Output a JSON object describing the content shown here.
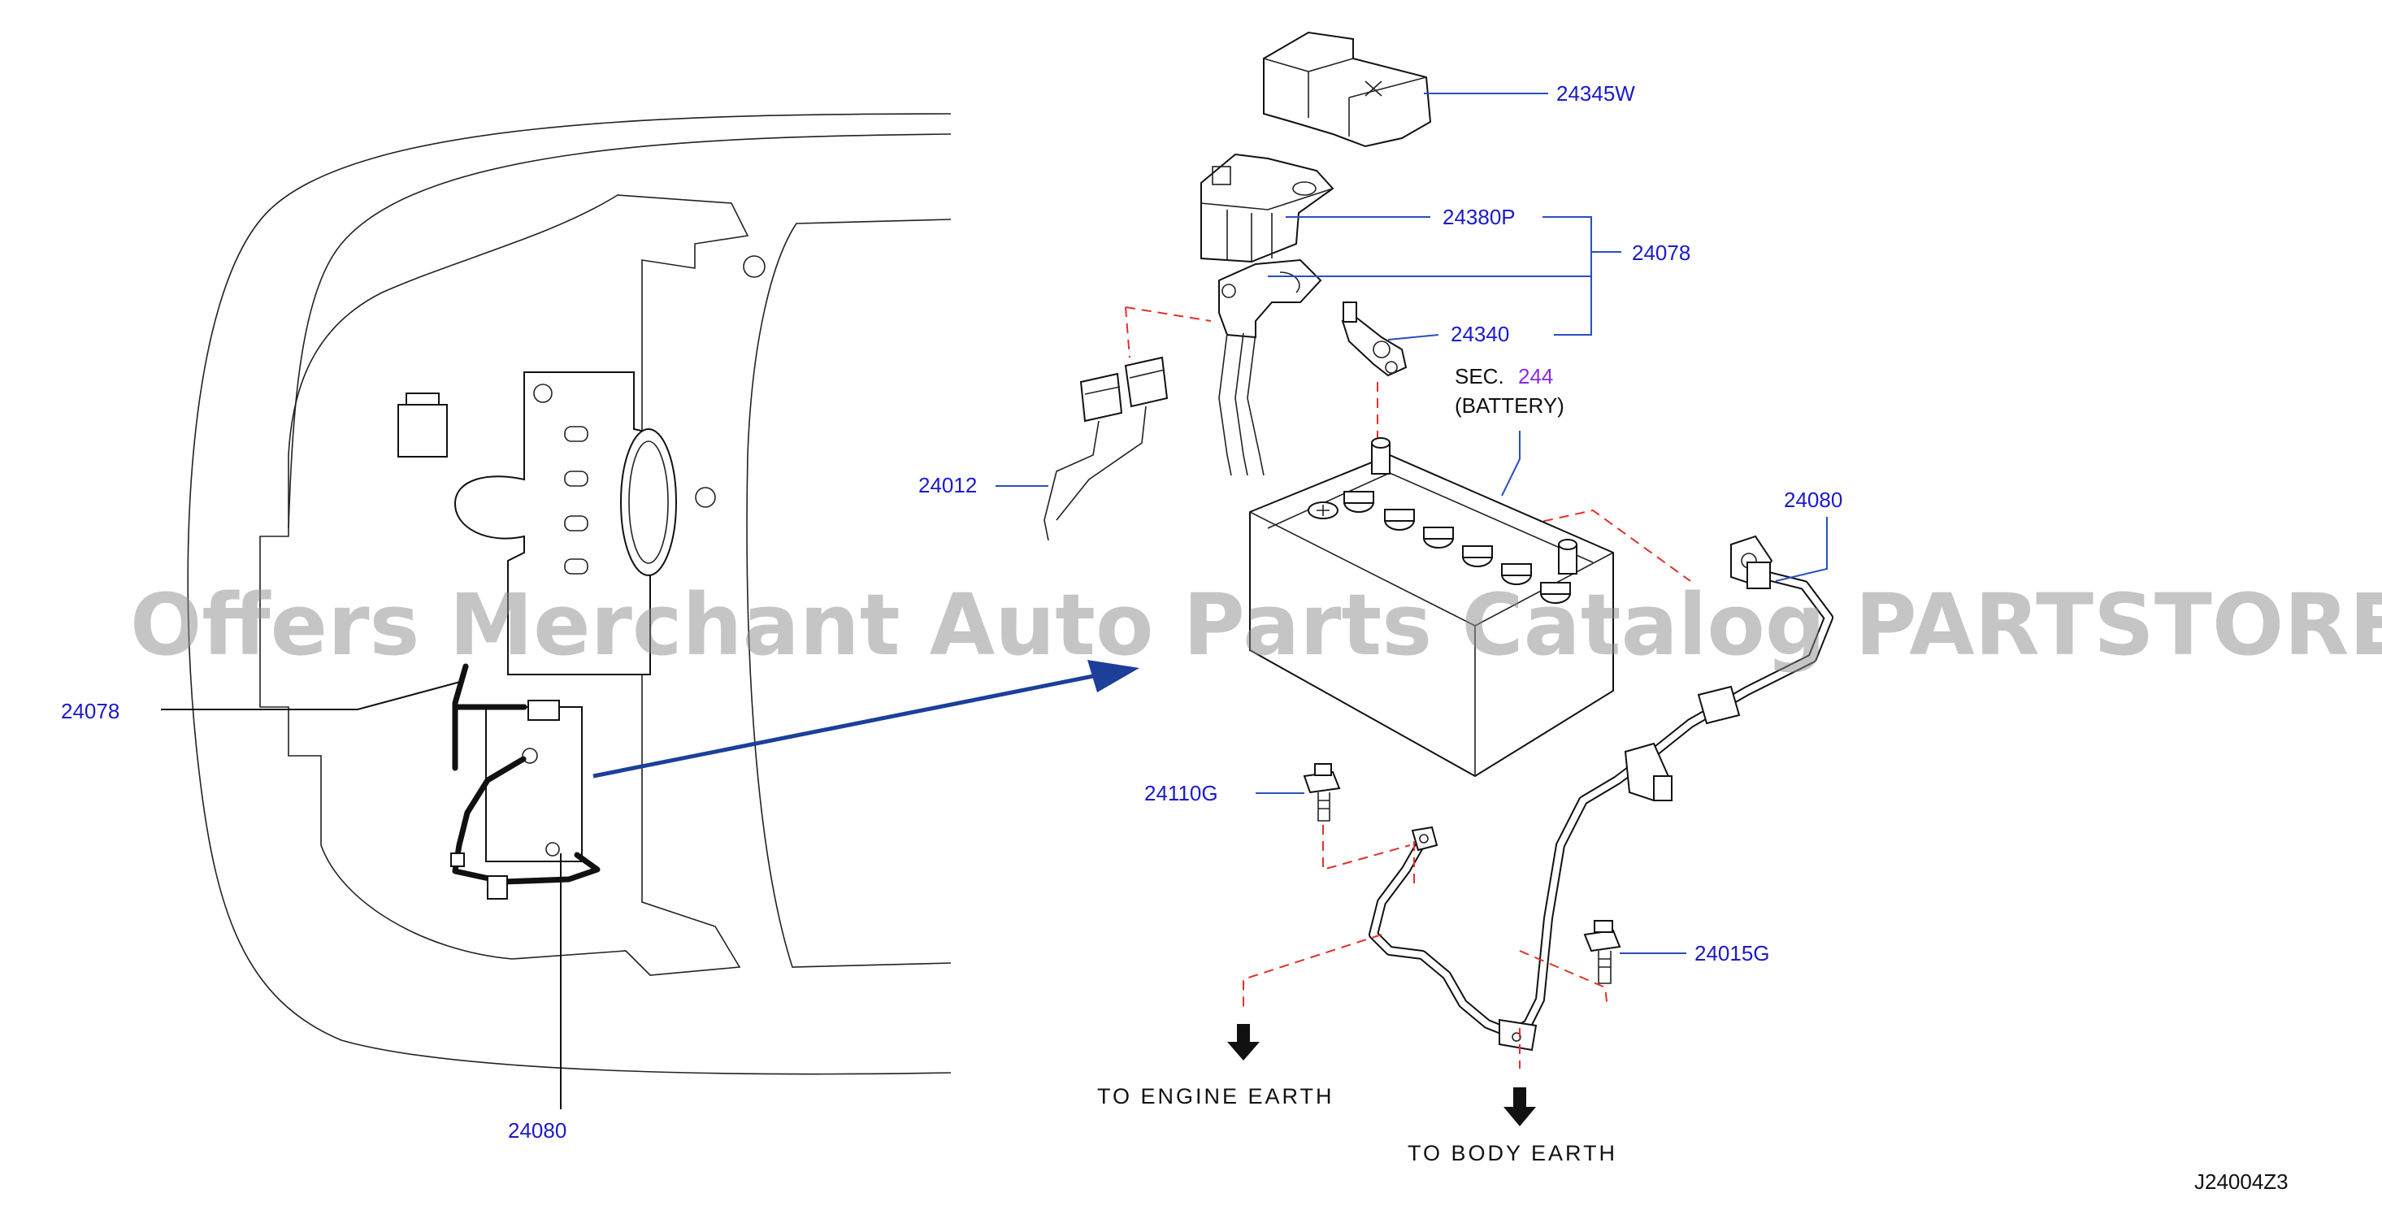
{
  "diagram": {
    "labels": {
      "cover": "24345W",
      "fuse_terminal": "24380P",
      "assembly_group": "24078",
      "terminal": "24340",
      "sec_prefix": "SEC.",
      "sec_number": "244",
      "battery": "(BATTERY)",
      "harness_connector": "24012",
      "body_cable": "24080",
      "bolt_engine": "24110G",
      "bolt_body": "24015G",
      "overview_harness": "24078",
      "overview_cable": "24080",
      "engine_earth": "TO ENGINE EARTH",
      "body_earth": "TO BODY EARTH",
      "figure_code": "J24004Z3"
    },
    "watermark": "Offers Merchant Auto Parts Catalog PARTSTORE.SA",
    "colors": {
      "part_number": "#1a1acc",
      "section_link": "#8a2be2",
      "leader_blue": "#2a4fbf",
      "dashed_guide": "#e0302a",
      "watermark": "#8c8c8c"
    }
  }
}
